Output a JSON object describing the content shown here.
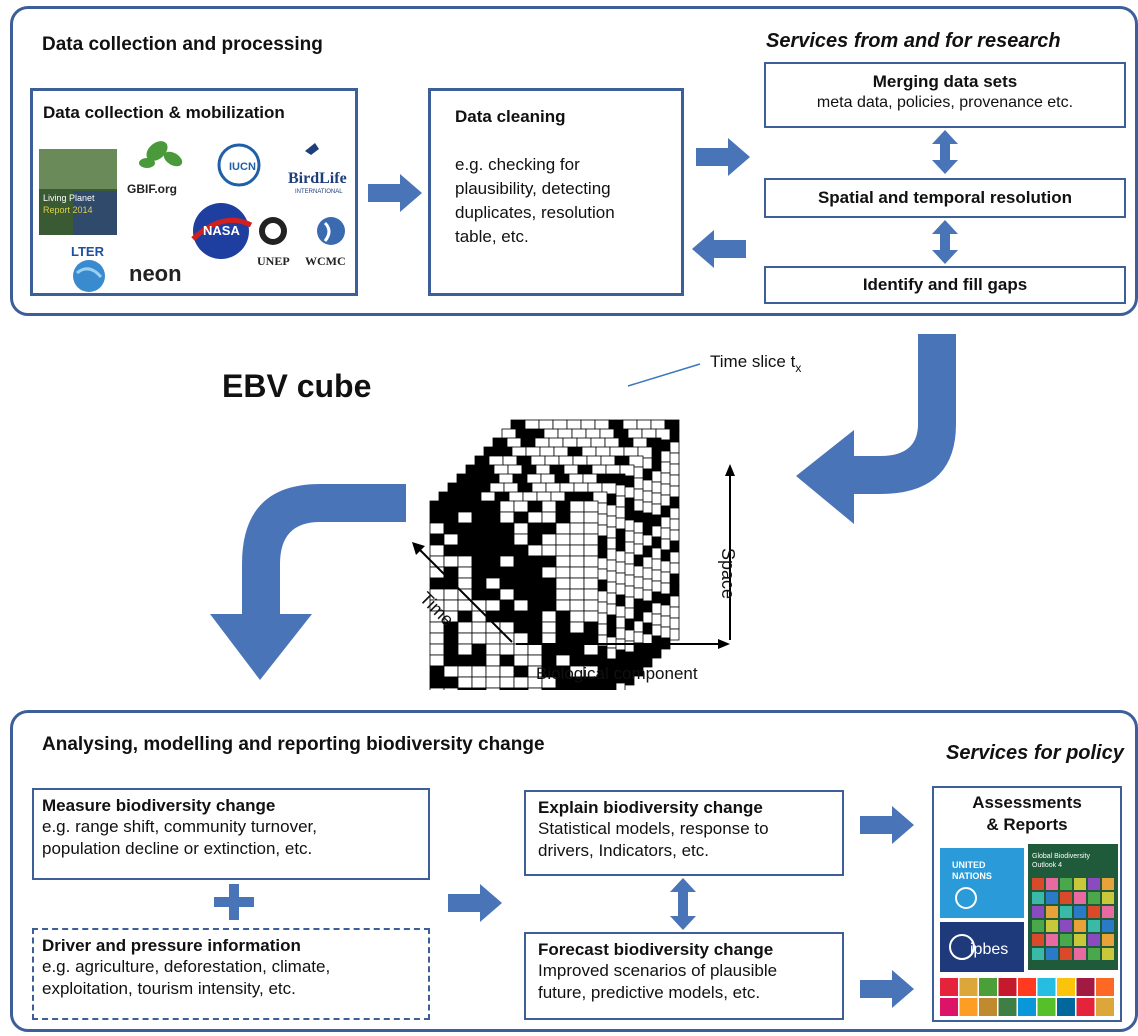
{
  "top": {
    "title": "Data collection and processing",
    "services_title": "Services from and for research",
    "collection": {
      "heading": "Data collection & mobilization",
      "logos": {
        "living_planet": [
          "Living Planet",
          "Report 2014"
        ],
        "gbif": "GBIF.org",
        "iucn": "IUCN",
        "birdlife": "BirdLife",
        "birdlife_sub": "INTERNATIONAL",
        "nasa": "NASA",
        "unep": "UNEP",
        "wcmc": "WCMC",
        "lter": "LTER",
        "neon": "neon"
      }
    },
    "cleaning": {
      "heading": "Data cleaning",
      "text": [
        "e.g. checking for",
        "plausibility, detecting",
        "duplicates, resolution",
        "table, etc."
      ]
    },
    "merging": {
      "heading": "Merging data sets",
      "text": "meta data, policies, provenance etc."
    },
    "spatial": "Spatial and temporal resolution",
    "gaps": "Identify and fill gaps"
  },
  "cube": {
    "title": "EBV cube",
    "time_slice": "Time slice t",
    "time_slice_sub": "x",
    "axis_space": "Space",
    "axis_time": "Time",
    "axis_bio": "Biological component"
  },
  "bottom": {
    "title": "Analysing, modelling and reporting biodiversity change",
    "services_title": "Services for policy",
    "measure": {
      "heading": "Measure biodiversity change",
      "text": [
        "e.g. range shift, community turnover,",
        "population decline or extinction, etc."
      ]
    },
    "driver": {
      "heading": "Driver and pressure information",
      "text": [
        "e.g. agriculture, deforestation, climate,",
        "exploitation, tourism intensity, etc."
      ]
    },
    "explain": {
      "heading": "Explain biodiversity change",
      "text": [
        "Statistical models, response to",
        "drivers, Indicators, etc."
      ]
    },
    "forecast": {
      "heading": "Forecast biodiversity change",
      "text": [
        "Improved scenarios of plausible",
        "future, predictive models, etc."
      ]
    },
    "assessments": {
      "heading": [
        "Assessments",
        "& Reports"
      ],
      "un": [
        "UNITED",
        "NATIONS"
      ],
      "gbo": [
        "Global Biodiversity",
        "Outlook 4"
      ],
      "ipbes": "ipbes"
    }
  },
  "colors": {
    "accent": "#3d5f99",
    "arrow": "#4a74b8"
  }
}
